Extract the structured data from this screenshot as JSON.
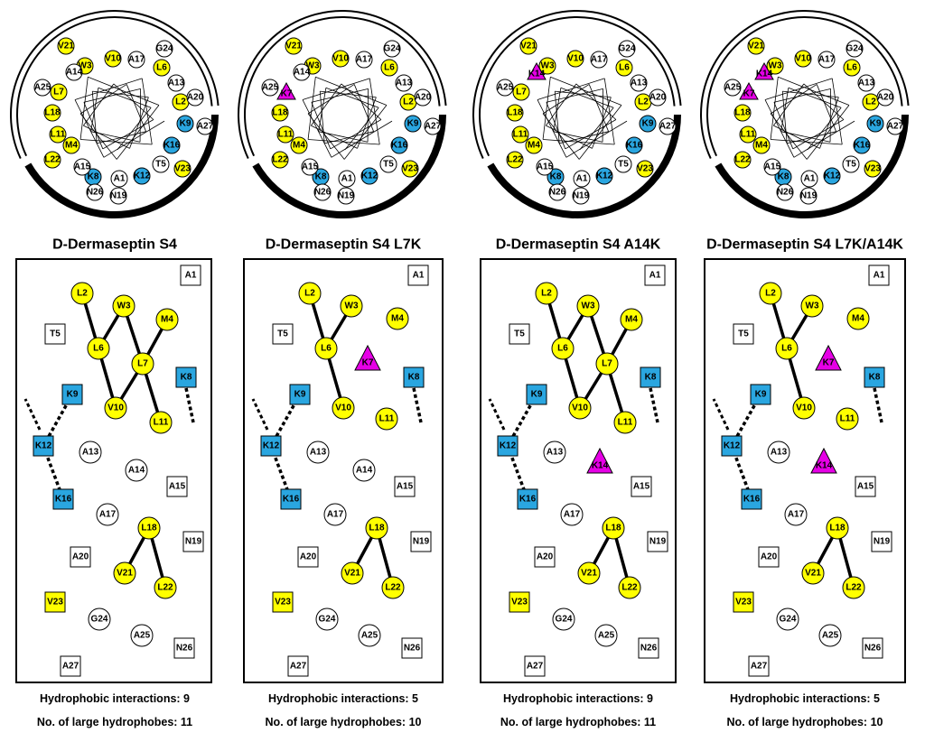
{
  "legend_colors": {
    "hydrophobic": "#ffff00",
    "lysine": "#2aa6e0",
    "substituted_lysine": "#e600e6",
    "other": "#ffffff"
  },
  "panels": [
    {
      "title": "D-Dermaseptin S4",
      "stats": {
        "hydrophobic_interactions": "Hydrophobic interactions: 9",
        "large_hydrophobes": "No. of large hydrophobes: 11"
      },
      "substitutions": []
    },
    {
      "title": "D-Dermaseptin S4 L7K",
      "stats": {
        "hydrophobic_interactions": "Hydrophobic interactions: 5",
        "large_hydrophobes": "No. of large hydrophobes: 10"
      },
      "substitutions": [
        "K7"
      ]
    },
    {
      "title": "D-Dermaseptin S4 A14K",
      "stats": {
        "hydrophobic_interactions": "Hydrophobic interactions: 9",
        "large_hydrophobes": "No. of large hydrophobes: 11"
      },
      "substitutions": [
        "K14"
      ]
    },
    {
      "title": "D-Dermaseptin S4 L7K/A14K",
      "stats": {
        "hydrophobic_interactions": "Hydrophobic interactions: 5",
        "large_hydrophobes": "No. of large hydrophobes: 10"
      },
      "substitutions": [
        "K7",
        "K14"
      ]
    }
  ],
  "wheel_residues": [
    {
      "label": "A1",
      "type": "white"
    },
    {
      "label": "L2",
      "type": "yellow"
    },
    {
      "label": "W3",
      "type": "yellow"
    },
    {
      "label": "M4",
      "type": "yellow"
    },
    {
      "label": "T5",
      "type": "white"
    },
    {
      "label": "L6",
      "type": "yellow"
    },
    {
      "label": "L7",
      "type": "yellow"
    },
    {
      "label": "K8",
      "type": "blue"
    },
    {
      "label": "K9",
      "type": "blue"
    },
    {
      "label": "V10",
      "type": "yellow"
    },
    {
      "label": "L11",
      "type": "yellow"
    },
    {
      "label": "K12",
      "type": "blue"
    },
    {
      "label": "A13",
      "type": "white"
    },
    {
      "label": "A14",
      "type": "white"
    },
    {
      "label": "A15",
      "type": "white"
    },
    {
      "label": "K16",
      "type": "blue"
    },
    {
      "label": "A17",
      "type": "white"
    },
    {
      "label": "L18",
      "type": "yellow"
    },
    {
      "label": "N19",
      "type": "white"
    },
    {
      "label": "A20",
      "type": "white"
    },
    {
      "label": "V21",
      "type": "yellow"
    },
    {
      "label": "L22",
      "type": "yellow"
    },
    {
      "label": "V23",
      "type": "yellow"
    },
    {
      "label": "G24",
      "type": "white"
    },
    {
      "label": "A25",
      "type": "white"
    },
    {
      "label": "N26",
      "type": "white"
    },
    {
      "label": "A27",
      "type": "white"
    }
  ],
  "net_residues": [
    {
      "label": "A1",
      "shape": "square",
      "type": "white"
    },
    {
      "label": "L2",
      "shape": "circle",
      "type": "yellow"
    },
    {
      "label": "W3",
      "shape": "circle",
      "type": "yellow"
    },
    {
      "label": "M4",
      "shape": "circle",
      "type": "yellow"
    },
    {
      "label": "T5",
      "shape": "square",
      "type": "white"
    },
    {
      "label": "L6",
      "shape": "circle",
      "type": "yellow"
    },
    {
      "label": "L7",
      "shape": "circle",
      "type": "yellow"
    },
    {
      "label": "K8",
      "shape": "square",
      "type": "blue"
    },
    {
      "label": "K9",
      "shape": "square",
      "type": "blue"
    },
    {
      "label": "V10",
      "shape": "circle",
      "type": "yellow"
    },
    {
      "label": "L11",
      "shape": "circle",
      "type": "yellow"
    },
    {
      "label": "K12",
      "shape": "square",
      "type": "blue"
    },
    {
      "label": "A13",
      "shape": "circle",
      "type": "white"
    },
    {
      "label": "A14",
      "shape": "circle",
      "type": "white"
    },
    {
      "label": "A15",
      "shape": "square",
      "type": "white"
    },
    {
      "label": "K16",
      "shape": "square",
      "type": "blue"
    },
    {
      "label": "A17",
      "shape": "circle",
      "type": "white"
    },
    {
      "label": "L18",
      "shape": "circle",
      "type": "yellow"
    },
    {
      "label": "N19",
      "shape": "square",
      "type": "white"
    },
    {
      "label": "A20",
      "shape": "square",
      "type": "white"
    },
    {
      "label": "V21",
      "shape": "circle",
      "type": "yellow"
    },
    {
      "label": "L22",
      "shape": "circle",
      "type": "yellow"
    },
    {
      "label": "V23",
      "shape": "square",
      "type": "yellow"
    },
    {
      "label": "G24",
      "shape": "circle",
      "type": "white"
    },
    {
      "label": "A25",
      "shape": "circle",
      "type": "white"
    },
    {
      "label": "N26",
      "shape": "square",
      "type": "white"
    },
    {
      "label": "A27",
      "shape": "square",
      "type": "white"
    }
  ],
  "hydrophobic_links_native": [
    [
      "L2",
      "L6"
    ],
    [
      "W3",
      "L6"
    ],
    [
      "W3",
      "L7"
    ],
    [
      "M4",
      "L7"
    ],
    [
      "L6",
      "V10"
    ],
    [
      "L7",
      "V10"
    ],
    [
      "L7",
      "L11"
    ],
    [
      "L18",
      "V21"
    ],
    [
      "L18",
      "L22"
    ]
  ],
  "hydrophobic_links_L7K": [
    [
      "L2",
      "L6"
    ],
    [
      "W3",
      "L6"
    ],
    [
      "L6",
      "V10"
    ],
    [
      "L18",
      "V21"
    ],
    [
      "L18",
      "L22"
    ]
  ],
  "lysine_links": [
    [
      "K9",
      "K12"
    ],
    [
      "K12",
      "K16"
    ]
  ]
}
